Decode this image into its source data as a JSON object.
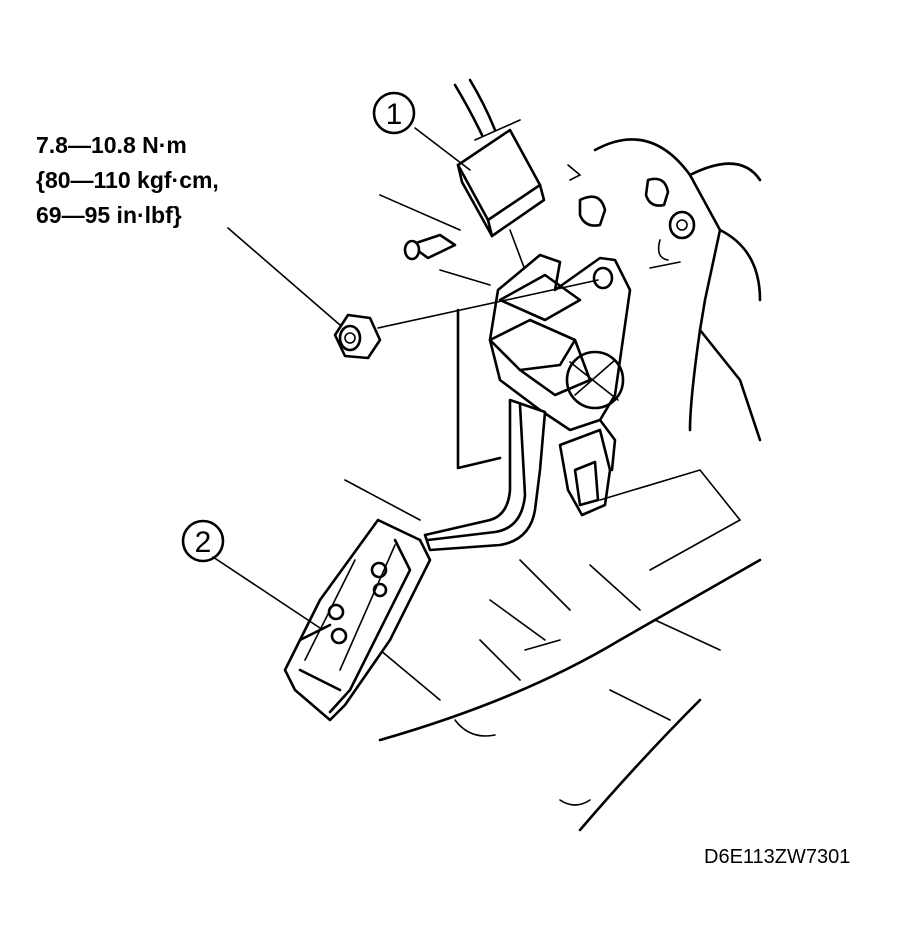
{
  "torque_spec": {
    "line1": "7.8—10.8 N·m",
    "line2": "{80—110 kgf·cm,",
    "line3": "69—95 in·lbf}"
  },
  "callouts": [
    {
      "label": "1"
    },
    {
      "label": "2"
    }
  ],
  "figure_code": "D6E113ZW7301"
}
